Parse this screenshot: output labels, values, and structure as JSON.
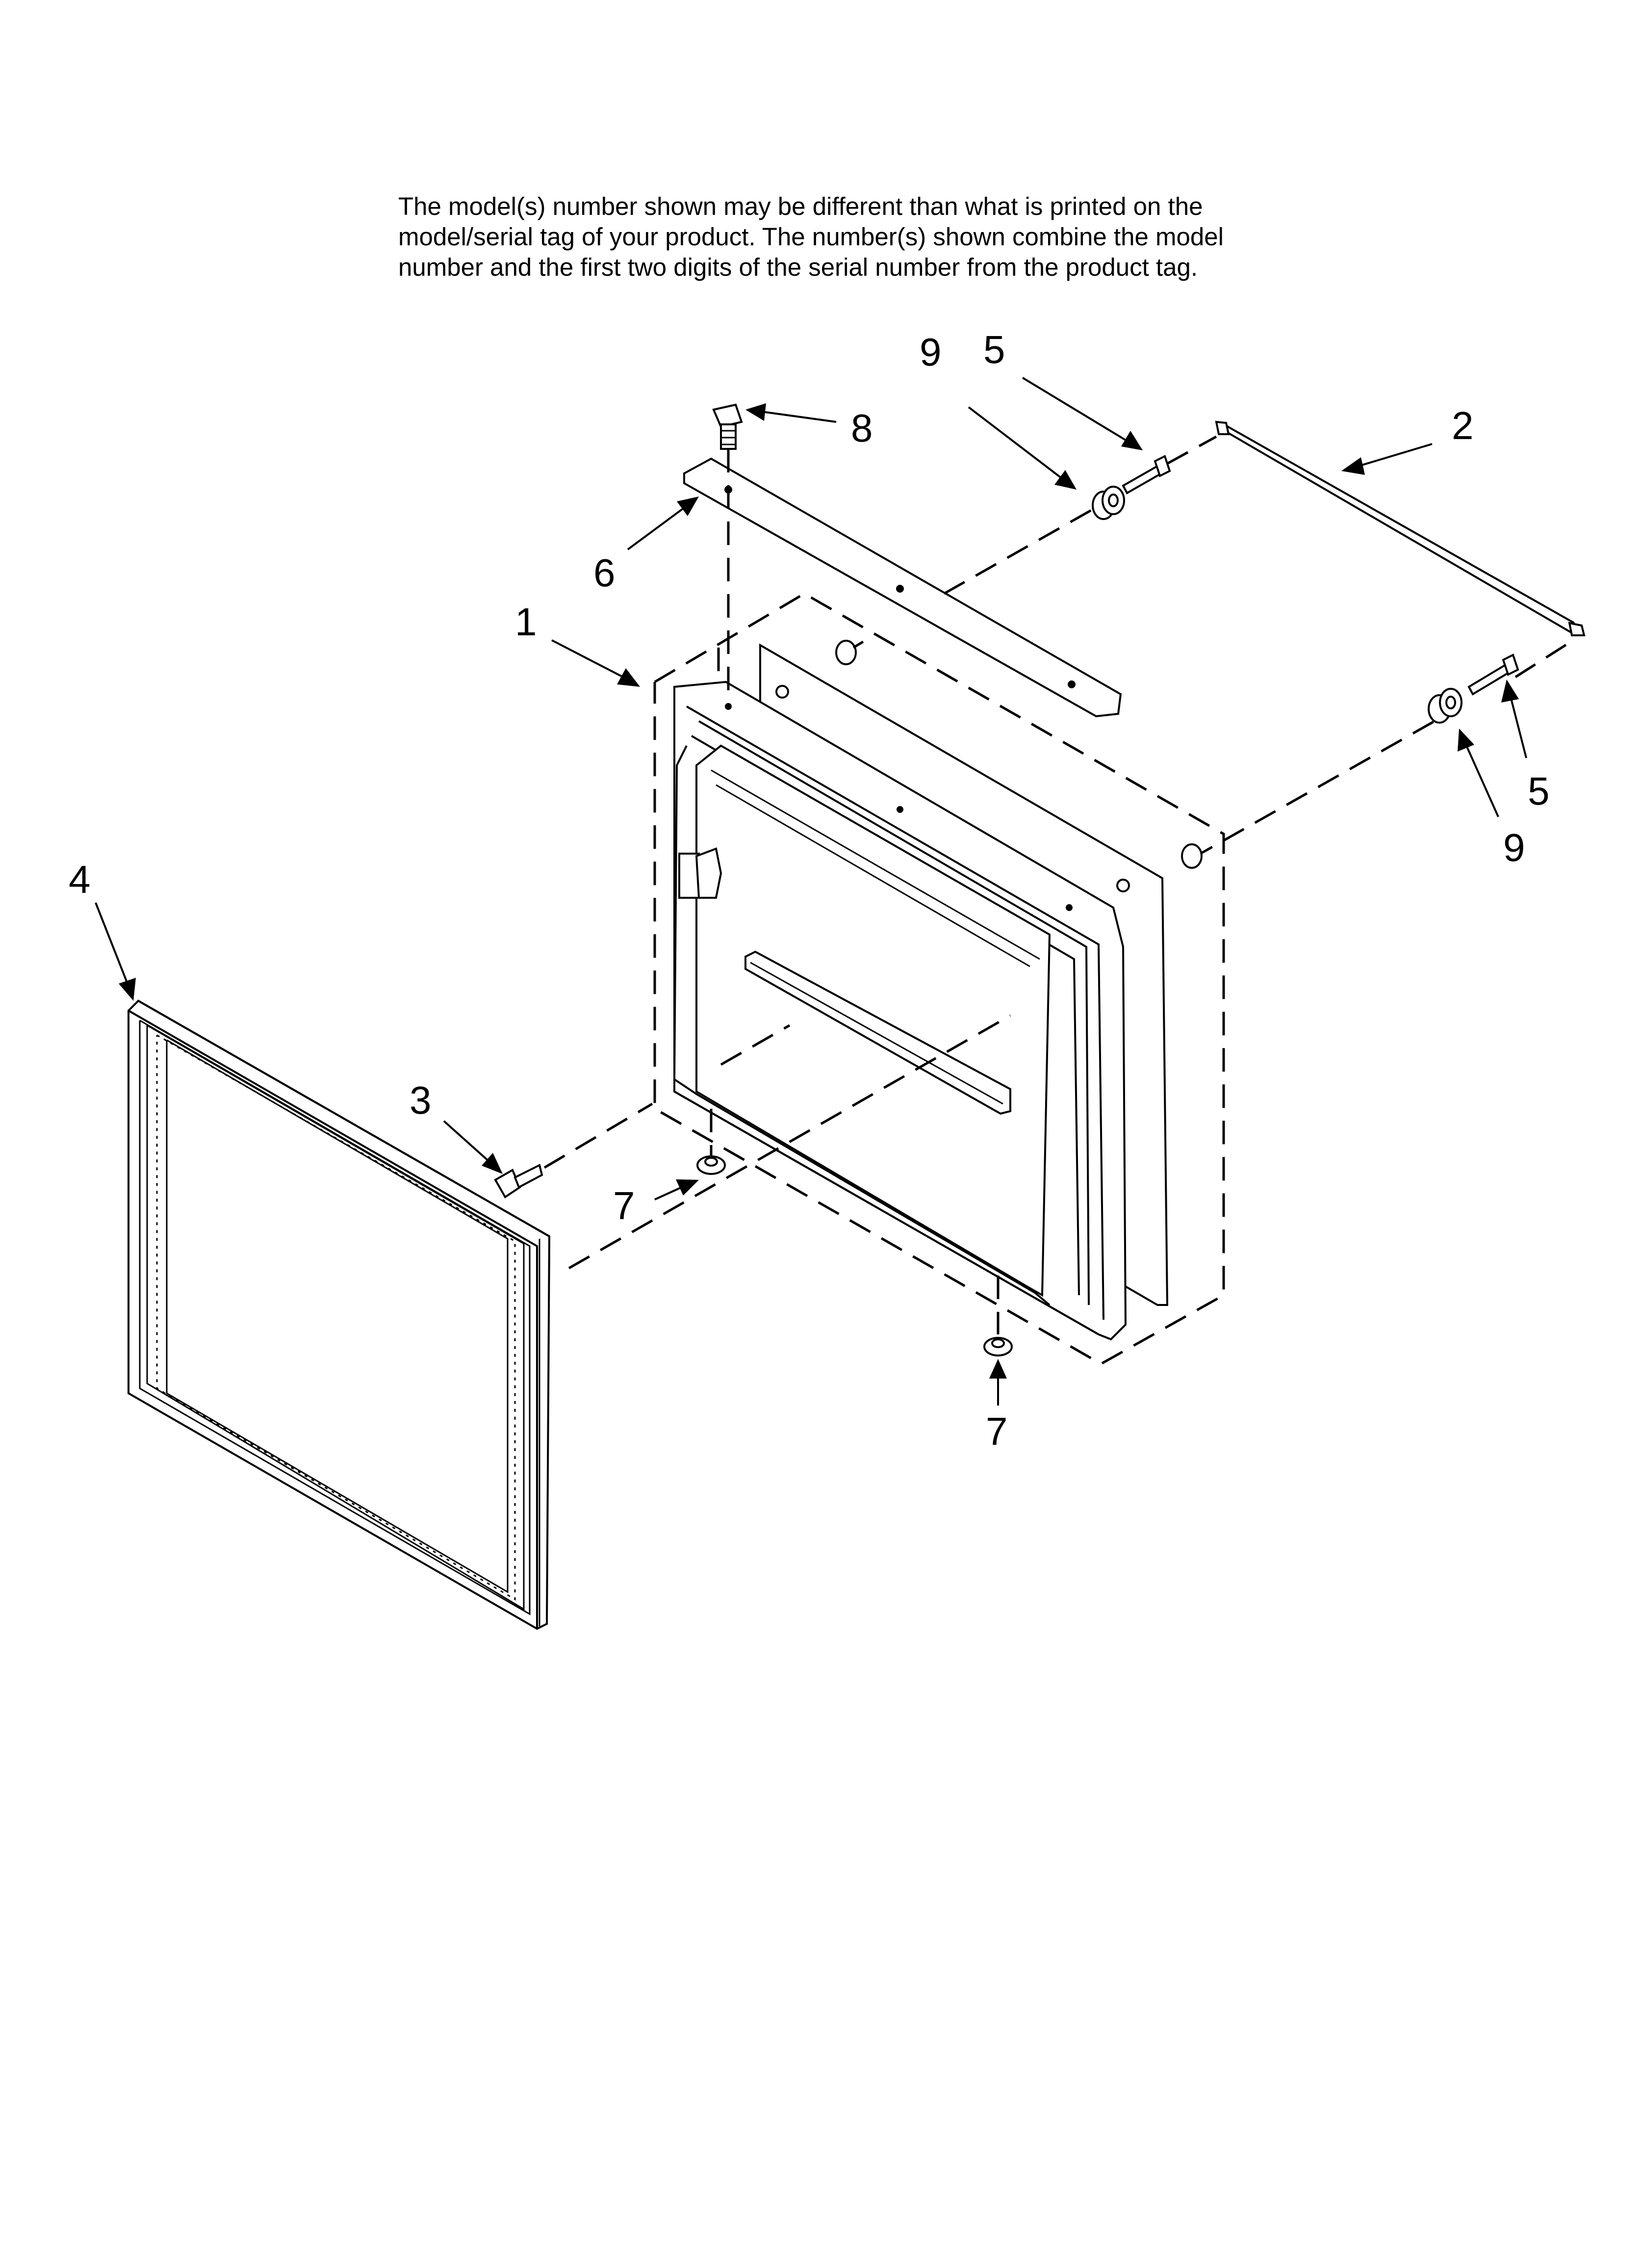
{
  "note": {
    "line1": "The model(s) number shown may be different than what is printed on the",
    "line2": "model/serial tag of your product. The number(s) shown combine the model",
    "line3": "number and the first two digits of the serial number from the product tag."
  },
  "callouts": {
    "c1": "1",
    "c2": "2",
    "c3": "3",
    "c4": "4",
    "c5a": "5",
    "c5b": "5",
    "c6": "6",
    "c7a": "7",
    "c7b": "7",
    "c8": "8",
    "c9a": "9",
    "c9b": "9"
  }
}
